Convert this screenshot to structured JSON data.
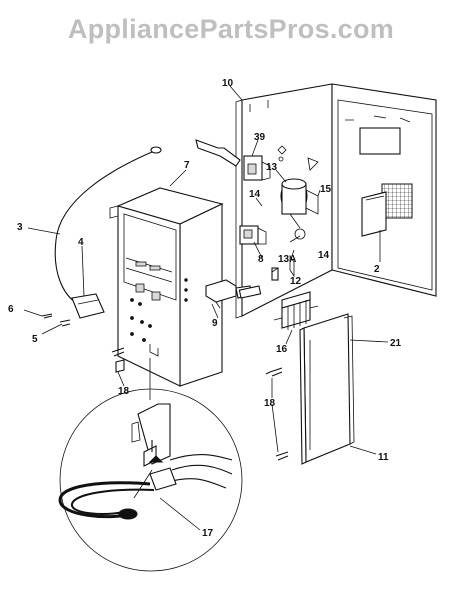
{
  "watermark": "AppliancePartsPros.com",
  "callouts": {
    "c10": "10",
    "c7": "7",
    "c39": "39",
    "c13": "13",
    "c15": "15",
    "c14a": "14",
    "c14b": "14",
    "c3": "3",
    "c4": "4",
    "c8": "8",
    "c2": "2",
    "c13a": "13A",
    "c12": "12",
    "c6": "6",
    "c5": "5",
    "c9": "9",
    "c16": "16",
    "c21": "21",
    "c18a": "18",
    "c18b": "18",
    "c11": "11",
    "c17": "17"
  }
}
